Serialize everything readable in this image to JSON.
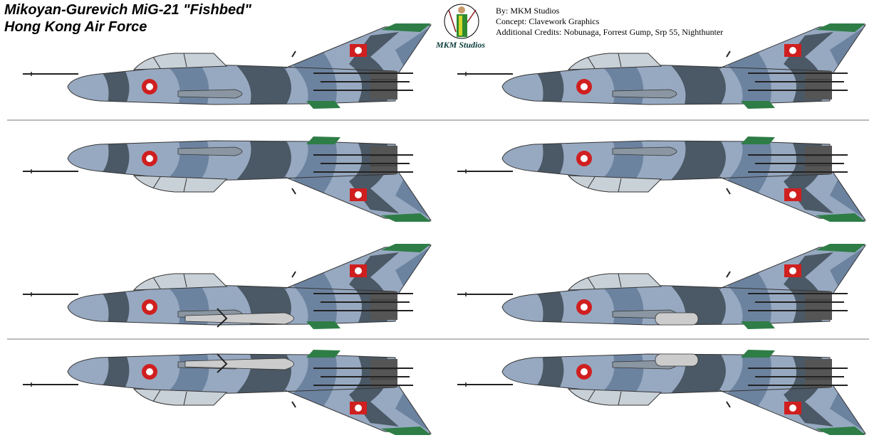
{
  "header": {
    "title_line1": "Mikoyan-Gurevich MiG-21 \"Fishbed\"",
    "title_line2": "Hong Kong Air Force"
  },
  "credits": {
    "by": "By:  MKM Studios",
    "concept": "Concept:  Clavework Graphics",
    "additional": "Additional Credits:  Nobunaga, Forrest Gump, Srp 55, Nighthunter"
  },
  "logo": {
    "label": "MKM Studios"
  },
  "colors": {
    "camo_light": "#97a9c1",
    "camo_mid": "#6c83a0",
    "camo_dark": "#4b5865",
    "tip_green": "#2e7d46",
    "roundel_red": "#d01f1f"
  }
}
